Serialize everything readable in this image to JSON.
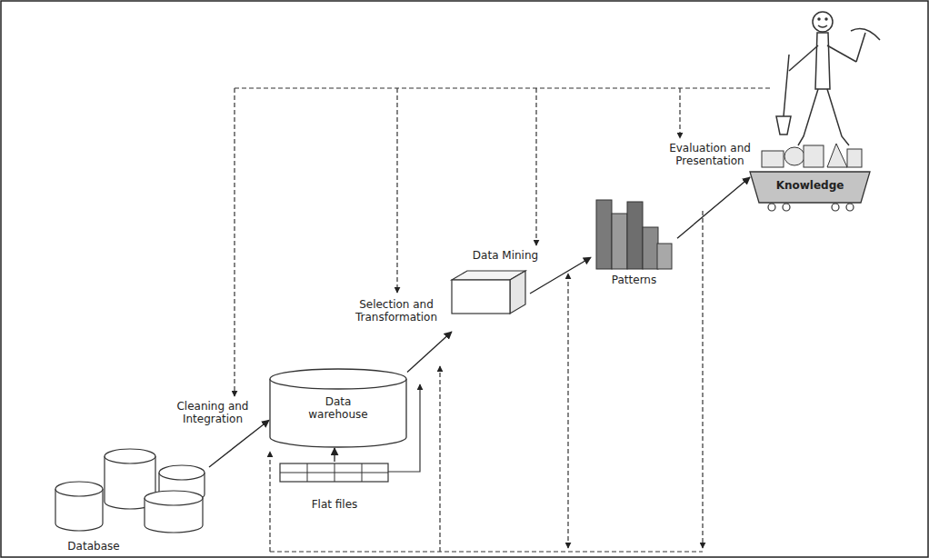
{
  "diagram": {
    "nodes": [
      {
        "text": [
          "Database"
        ]
      },
      {
        "text": [
          "Data warehouse"
        ]
      },
      {
        "text": [
          "Flat files"
        ]
      },
      {
        "text": [
          "Selection and Transformation"
        ]
      },
      {
        "text": [
          "Patterns"
        ]
      },
      {
        "text": [
          "Knowledge"
        ]
      }
    ],
    "edges": [
      {
        "from": 0,
        "to": 1,
        "arrow": "to",
        "label": "Cleaning and Integration"
      },
      {
        "from": 2,
        "to": 1,
        "arrow": "to"
      },
      {
        "from": 1,
        "to": 3,
        "arrow": "to"
      },
      {
        "from": 3,
        "to": 4,
        "arrow": "to",
        "label": "Data Mining"
      },
      {
        "from": 4,
        "to": 5,
        "arrow": "to",
        "label": "Evaluation and Presentation"
      }
    ]
  }
}
